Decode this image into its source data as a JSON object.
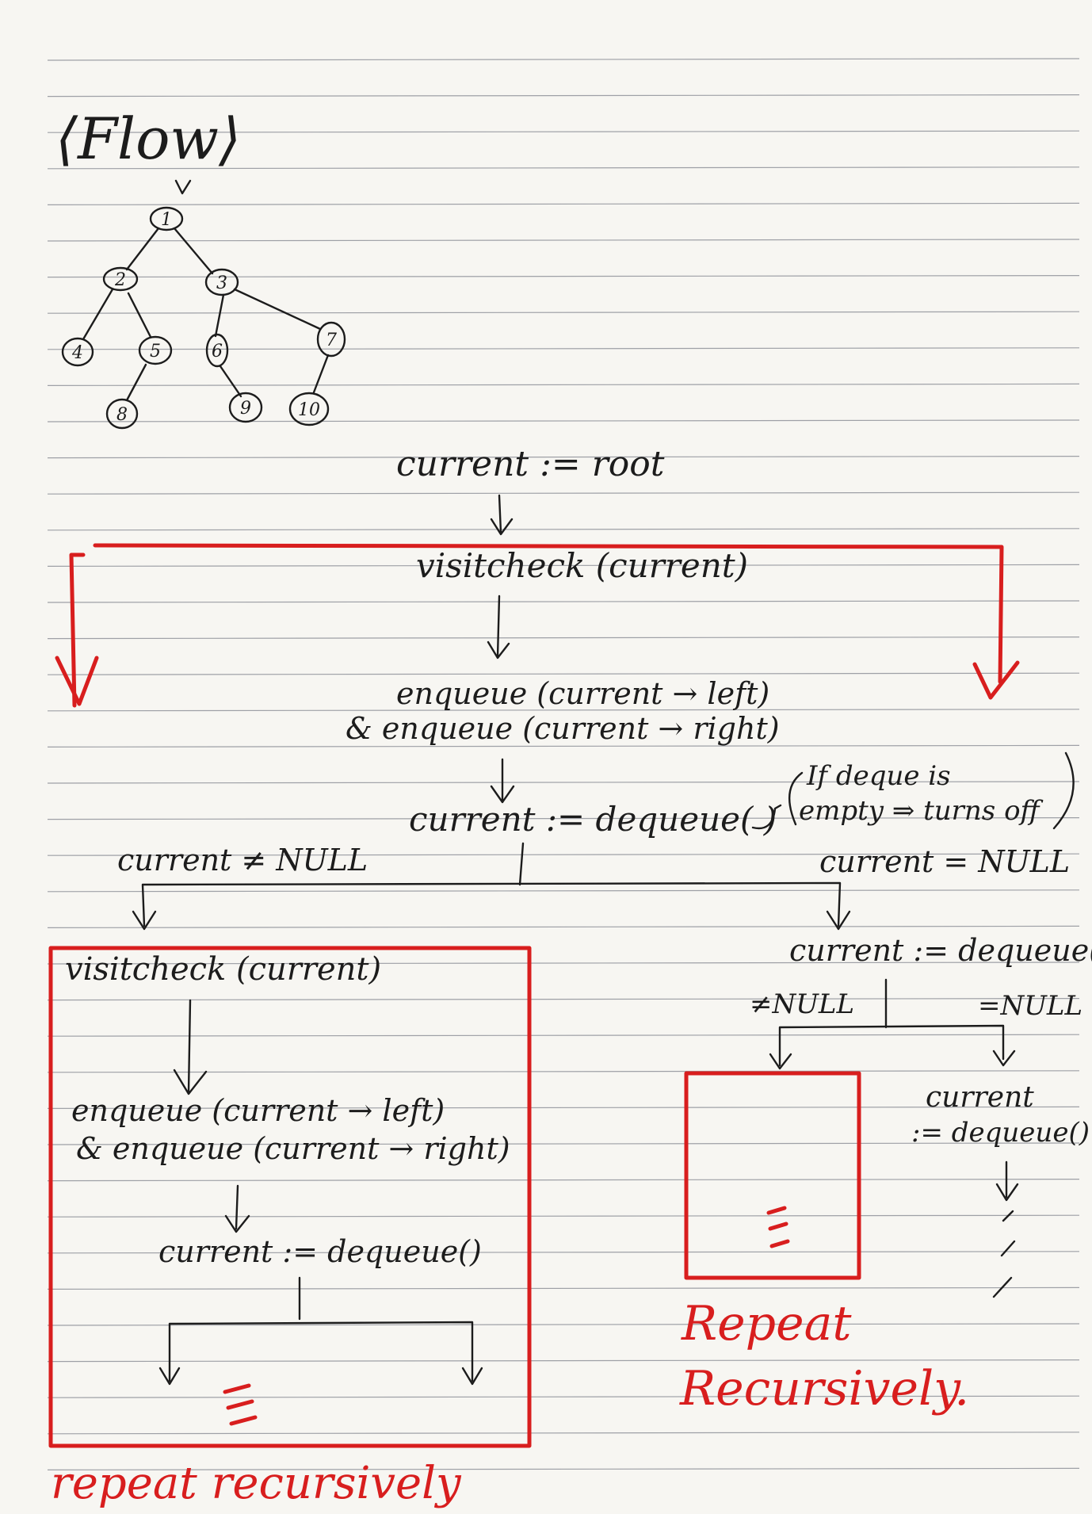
{
  "title": "⟨Flow⟩",
  "tree": {
    "nodes": [
      "1",
      "2",
      "3",
      "4",
      "5",
      "6",
      "7",
      "8",
      "9",
      "10"
    ]
  },
  "flow": {
    "init": "current := root",
    "visit": "visitcheck (current)",
    "enqueue_left": "enqueue (current → left)",
    "enqueue_right": "& enqueue (current → right)",
    "dequeue": "current := dequeue( )",
    "note_line1": "If deque is",
    "note_line2": "empty ⇒ turns off",
    "branch_not_null": "current ≠ NULL",
    "branch_null": "current = NULL"
  },
  "left_box": {
    "visit": "visitcheck (current)",
    "enqueue_left": "enqueue (current → left)",
    "enqueue_right": "& enqueue (current → right)",
    "dequeue": "current := dequeue()",
    "caption": "repeat recursively"
  },
  "right_branch": {
    "dequeue": "current := dequeue( )",
    "not_null": "≠NULL",
    "null": "=NULL",
    "current_word": "current",
    "dequeue_again": ":= dequeue()",
    "caption_line1": "Repeat",
    "caption_line2": "Recursively."
  },
  "colors": {
    "ink": "#1c1c1c",
    "red": "#d81e1e",
    "paper": "#f7f6f2",
    "rule": "#9ea0a6"
  }
}
